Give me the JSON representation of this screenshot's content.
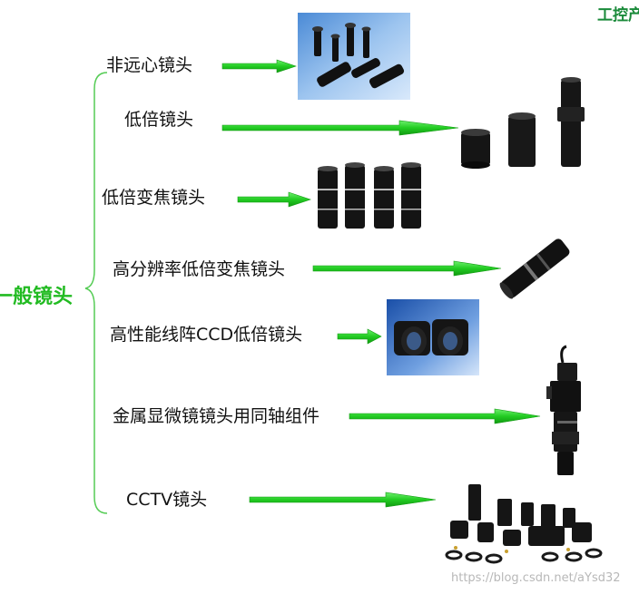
{
  "brand": "工控产",
  "root": {
    "label": "一般镜头"
  },
  "branches": [
    {
      "label": "非远心镜头",
      "image": "bar-lens-photo"
    },
    {
      "label": "低倍镜头",
      "image": "low-mag-lens-photo"
    },
    {
      "label": "低倍变焦镜头",
      "image": "zoom-lens-photo"
    },
    {
      "label": "高分辨率低倍变焦镜头",
      "image": "hires-zoom-lens-photo"
    },
    {
      "label": "高性能线阵CCD低倍镜头",
      "image": "line-scan-lens-photo"
    },
    {
      "label": "金属显微镜镜头用同轴组件",
      "image": "coaxial-unit-photo"
    },
    {
      "label": "CCTV镜头",
      "image": "cctv-lens-set-photo"
    }
  ],
  "watermark": "https://blog.csdn.net/aYsd32",
  "colors": {
    "arrow": "#22cc22",
    "brace": "#44cc44",
    "root": "#22bb22",
    "brand": "#1a8a3a"
  }
}
